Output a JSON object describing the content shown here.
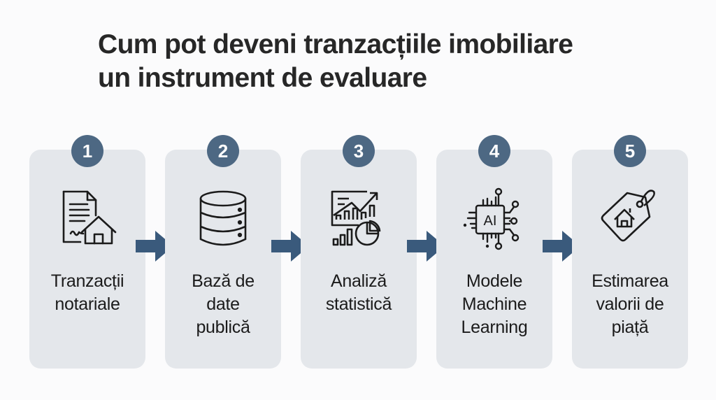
{
  "title": {
    "line1": "Cum pot deveni tranzacțiile imobiliare",
    "line2": "un instrument de evaluare"
  },
  "colors": {
    "badge": "#4d6883",
    "arrow": "#3a5a7c",
    "card": "#e4e7eb",
    "text": "#1b1b1b"
  },
  "steps": [
    {
      "number": "1",
      "icon": "document-house-icon",
      "label_lines": [
        "Tranzacții",
        "notariale"
      ]
    },
    {
      "number": "2",
      "icon": "database-icon",
      "label_lines": [
        "Bază de",
        "date",
        "publică"
      ]
    },
    {
      "number": "3",
      "icon": "statistics-chart-icon",
      "label_lines": [
        "Analiză",
        "statistică"
      ]
    },
    {
      "number": "4",
      "icon": "ai-chip-icon",
      "label_lines": [
        "Modele",
        "Machine",
        "Learning"
      ]
    },
    {
      "number": "5",
      "icon": "house-price-tag-icon",
      "label_lines": [
        "Estimarea",
        "valorii de",
        "piață"
      ]
    }
  ]
}
